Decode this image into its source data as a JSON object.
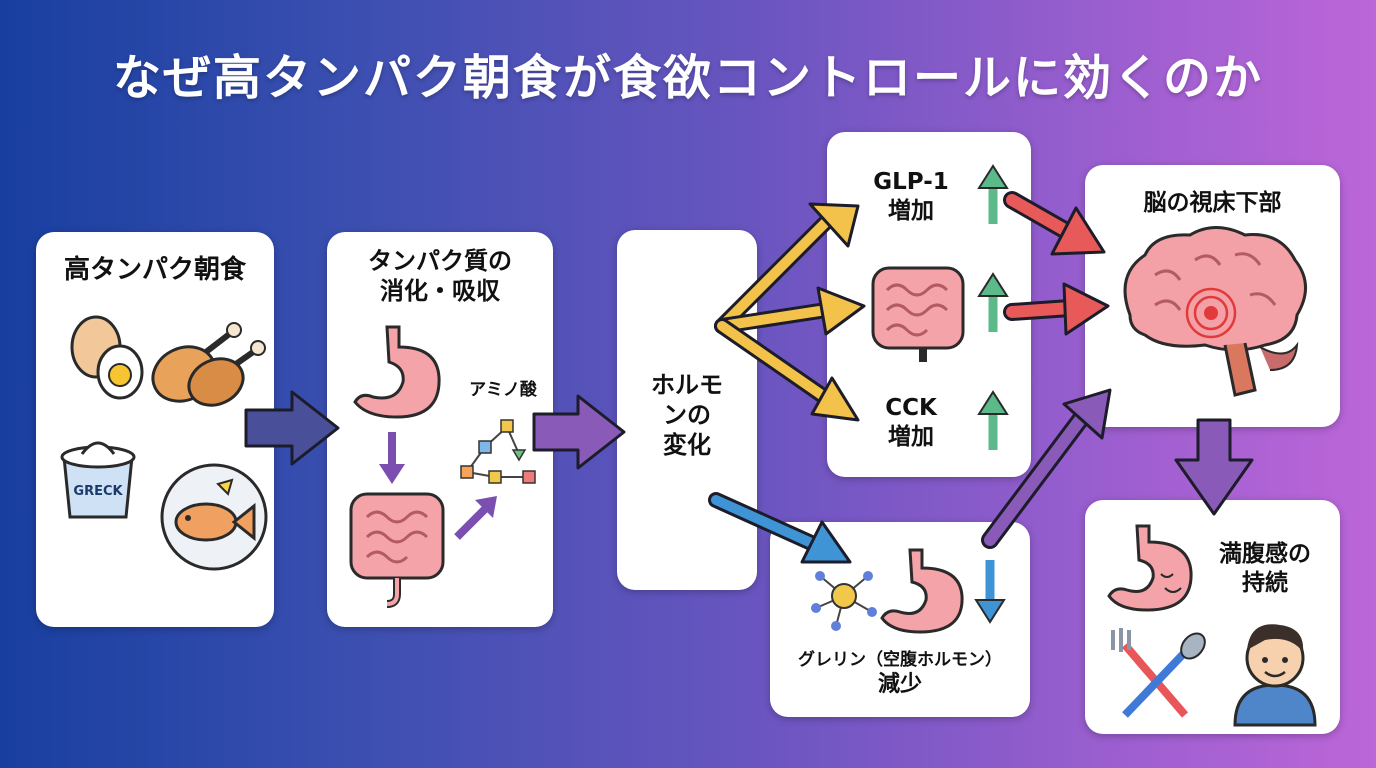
{
  "title": "なぜ高タンパク朝食が食欲コントロールに効くのか",
  "boxes": {
    "breakfast": {
      "label": "高タンパク朝食",
      "yogurt_text": "GRECK"
    },
    "digestion": {
      "label_line1": "タンパク質の",
      "label_line2": "消化・吸収",
      "amino_label": "アミノ酸"
    },
    "hormone": {
      "line1": "ホルモ",
      "line2": "ンの",
      "line3": "変化"
    },
    "glp1": {
      "line1": "GLP-1",
      "line2": "増加"
    },
    "cck": {
      "line1": "CCK",
      "line2": "増加"
    },
    "ghrelin": {
      "line1": "グレリン（空腹ホルモン）",
      "line2": "減少"
    },
    "brain": {
      "label": "脳の視床下部"
    },
    "satiety": {
      "line1": "満腹感の",
      "line2": "持続"
    }
  },
  "colors": {
    "arrow_dark": "#4a4f9a",
    "arrow_purple": "#8a5ab8",
    "arrow_yellow": "#f3c24a",
    "arrow_red": "#e85a5a",
    "arrow_blue": "#3f94d6",
    "arrow_green": "#5bb98a"
  },
  "icons": [
    "egg-icon",
    "chicken-icon",
    "yogurt-icon",
    "fish-plate-icon",
    "stomach-icon",
    "intestine-icon",
    "amino-acid-chain-icon",
    "brain-icon",
    "ghrelin-molecule-icon",
    "fork-spoon-icon",
    "smiling-person-icon"
  ]
}
